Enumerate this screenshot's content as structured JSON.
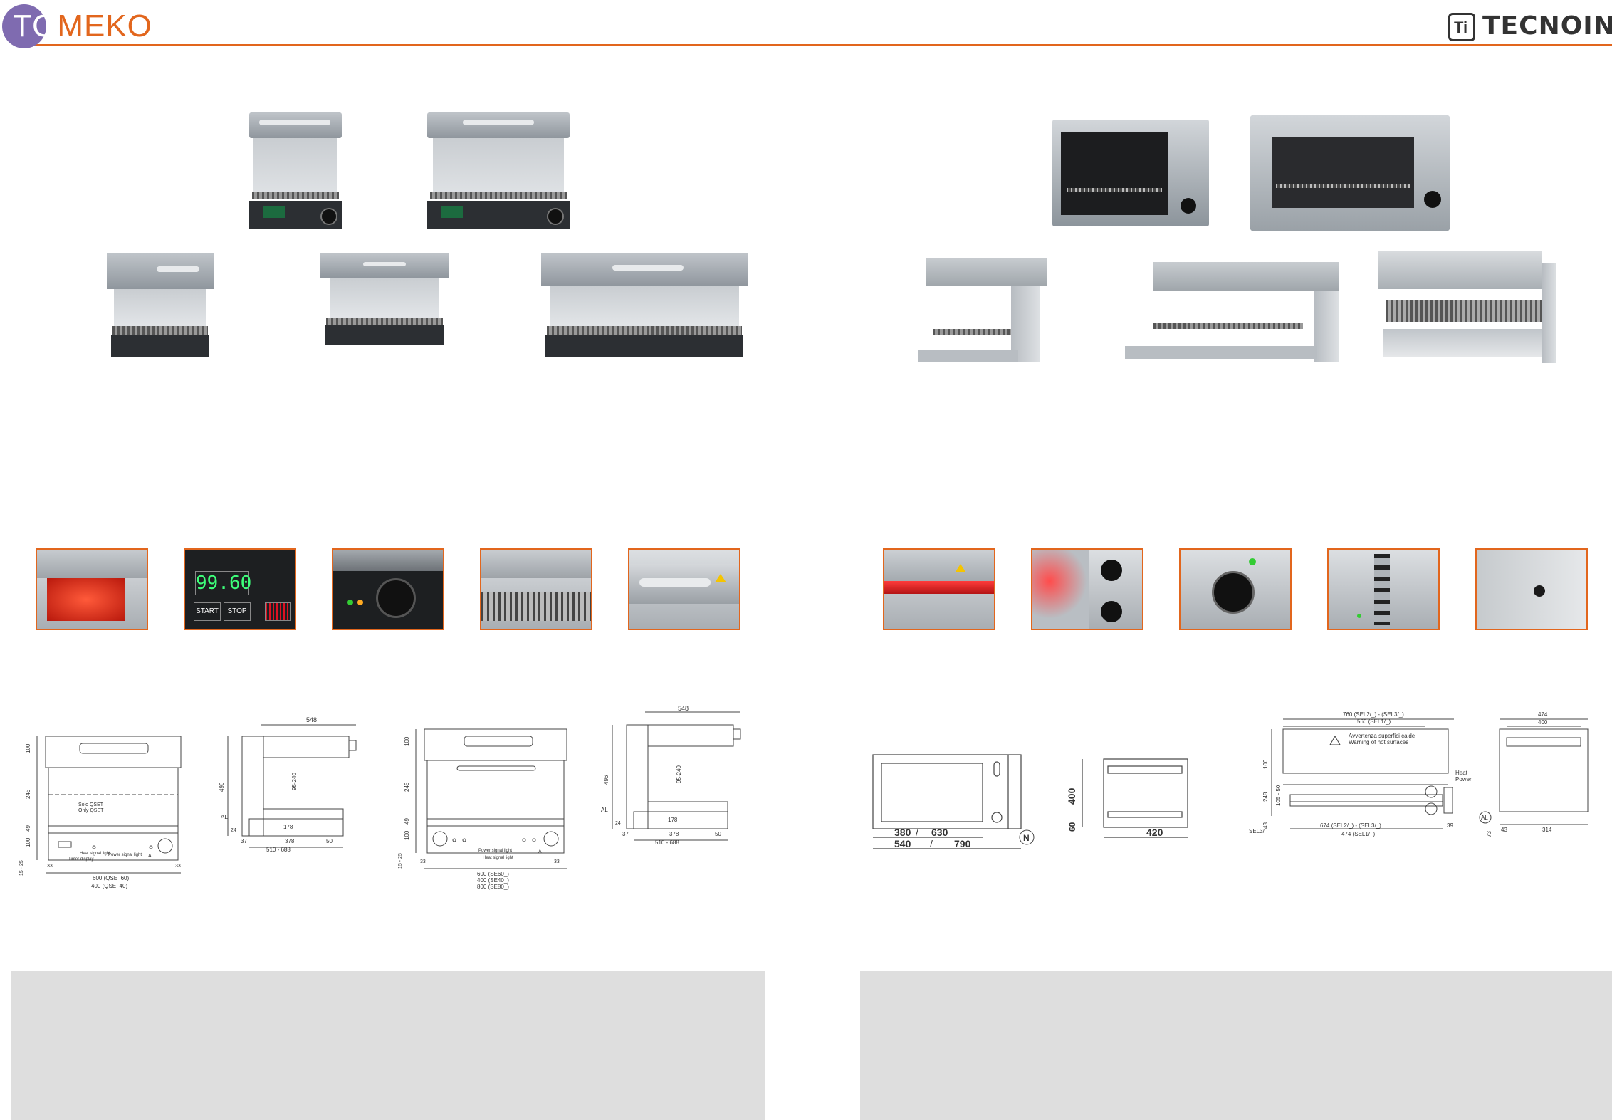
{
  "brand": {
    "tomeko_prefix": "TO",
    "tomeko_suffix": "MEKO",
    "tecnoinox_mark": "Ti",
    "tecnoinox_name": "TECNOINOX",
    "accent_color": "#e2661d",
    "purple_color": "#7f6bb0"
  },
  "thumbs_left": [
    {
      "icon": "red-heating-element"
    },
    {
      "icon": "digital-timer-display"
    },
    {
      "icon": "control-knob"
    },
    {
      "icon": "grill-rack"
    },
    {
      "icon": "handle-top"
    }
  ],
  "thumb_display": {
    "digits": "99.60",
    "start": "START",
    "stop": "STOP"
  },
  "drawing_left_1": {
    "front_dims": [
      "100",
      "245",
      "49",
      "100",
      "15 - 25",
      "33",
      "33"
    ],
    "solo": "Solo QSET",
    "only": "Only QSET",
    "heat_signal": "Heat signal light",
    "timer_display": "Timer display",
    "power_signal": "Power signal light",
    "width_line1": "600 (QSE_60)",
    "width_line2": "400 (QSE_40)",
    "side_top": "548",
    "side_height": "496",
    "side_range": "95-240",
    "side_al": "AL",
    "side_178": "178",
    "side_37": "37",
    "side_378": "378",
    "side_50": "50",
    "side_range2": "510 - 688",
    "side_24": "24",
    "label_a": "A"
  },
  "drawing_left_2": {
    "front_dims": [
      "100",
      "245",
      "49",
      "100",
      "15 - 25",
      "33",
      "33"
    ],
    "power_signal": "Power signal light",
    "heat_signal": "Heat signal light",
    "width_line1": "600 (SE60_)",
    "width_line2": "400 (SE40_)",
    "width_line3": "800 (SE80_)",
    "side_top": "548",
    "side_height": "496",
    "side_range": "95-240",
    "side_al": "AL",
    "side_178": "178",
    "side_37": "37",
    "side_378": "378",
    "side_50": "50",
    "side_range2": "510 - 688",
    "side_24": "24",
    "label_a": "A"
  },
  "drawing_right_1": {
    "height": "400",
    "sub_height": "60",
    "inner": "380",
    "inner_alt": "630",
    "outer": "540",
    "outer_alt": "790",
    "depth": "420",
    "label_n": "N",
    "slash": "/"
  },
  "drawing_right_2": {
    "top_width_1": "760 (SEL2/_) - (SEL3/_)",
    "top_width_2": "560 (SEL1/_)",
    "warning_it": "Avvertenza superfici calde",
    "warning_en": "Warning of hot surfaces",
    "heat": "Heat",
    "power": "Power",
    "dim_100": "100",
    "dim_248": "248",
    "dim_105_50": "105 - 50",
    "dim_43": "43",
    "sel": "SEL3/_",
    "bottom_1": "674 (SEL2/_) - (SEL3/_)",
    "bottom_2": "474 (SEL1/_)",
    "dim_39": "39",
    "side_474": "474",
    "side_400": "400",
    "side_al": "AL",
    "side_73": "73",
    "side_43": "43",
    "side_314": "314"
  }
}
